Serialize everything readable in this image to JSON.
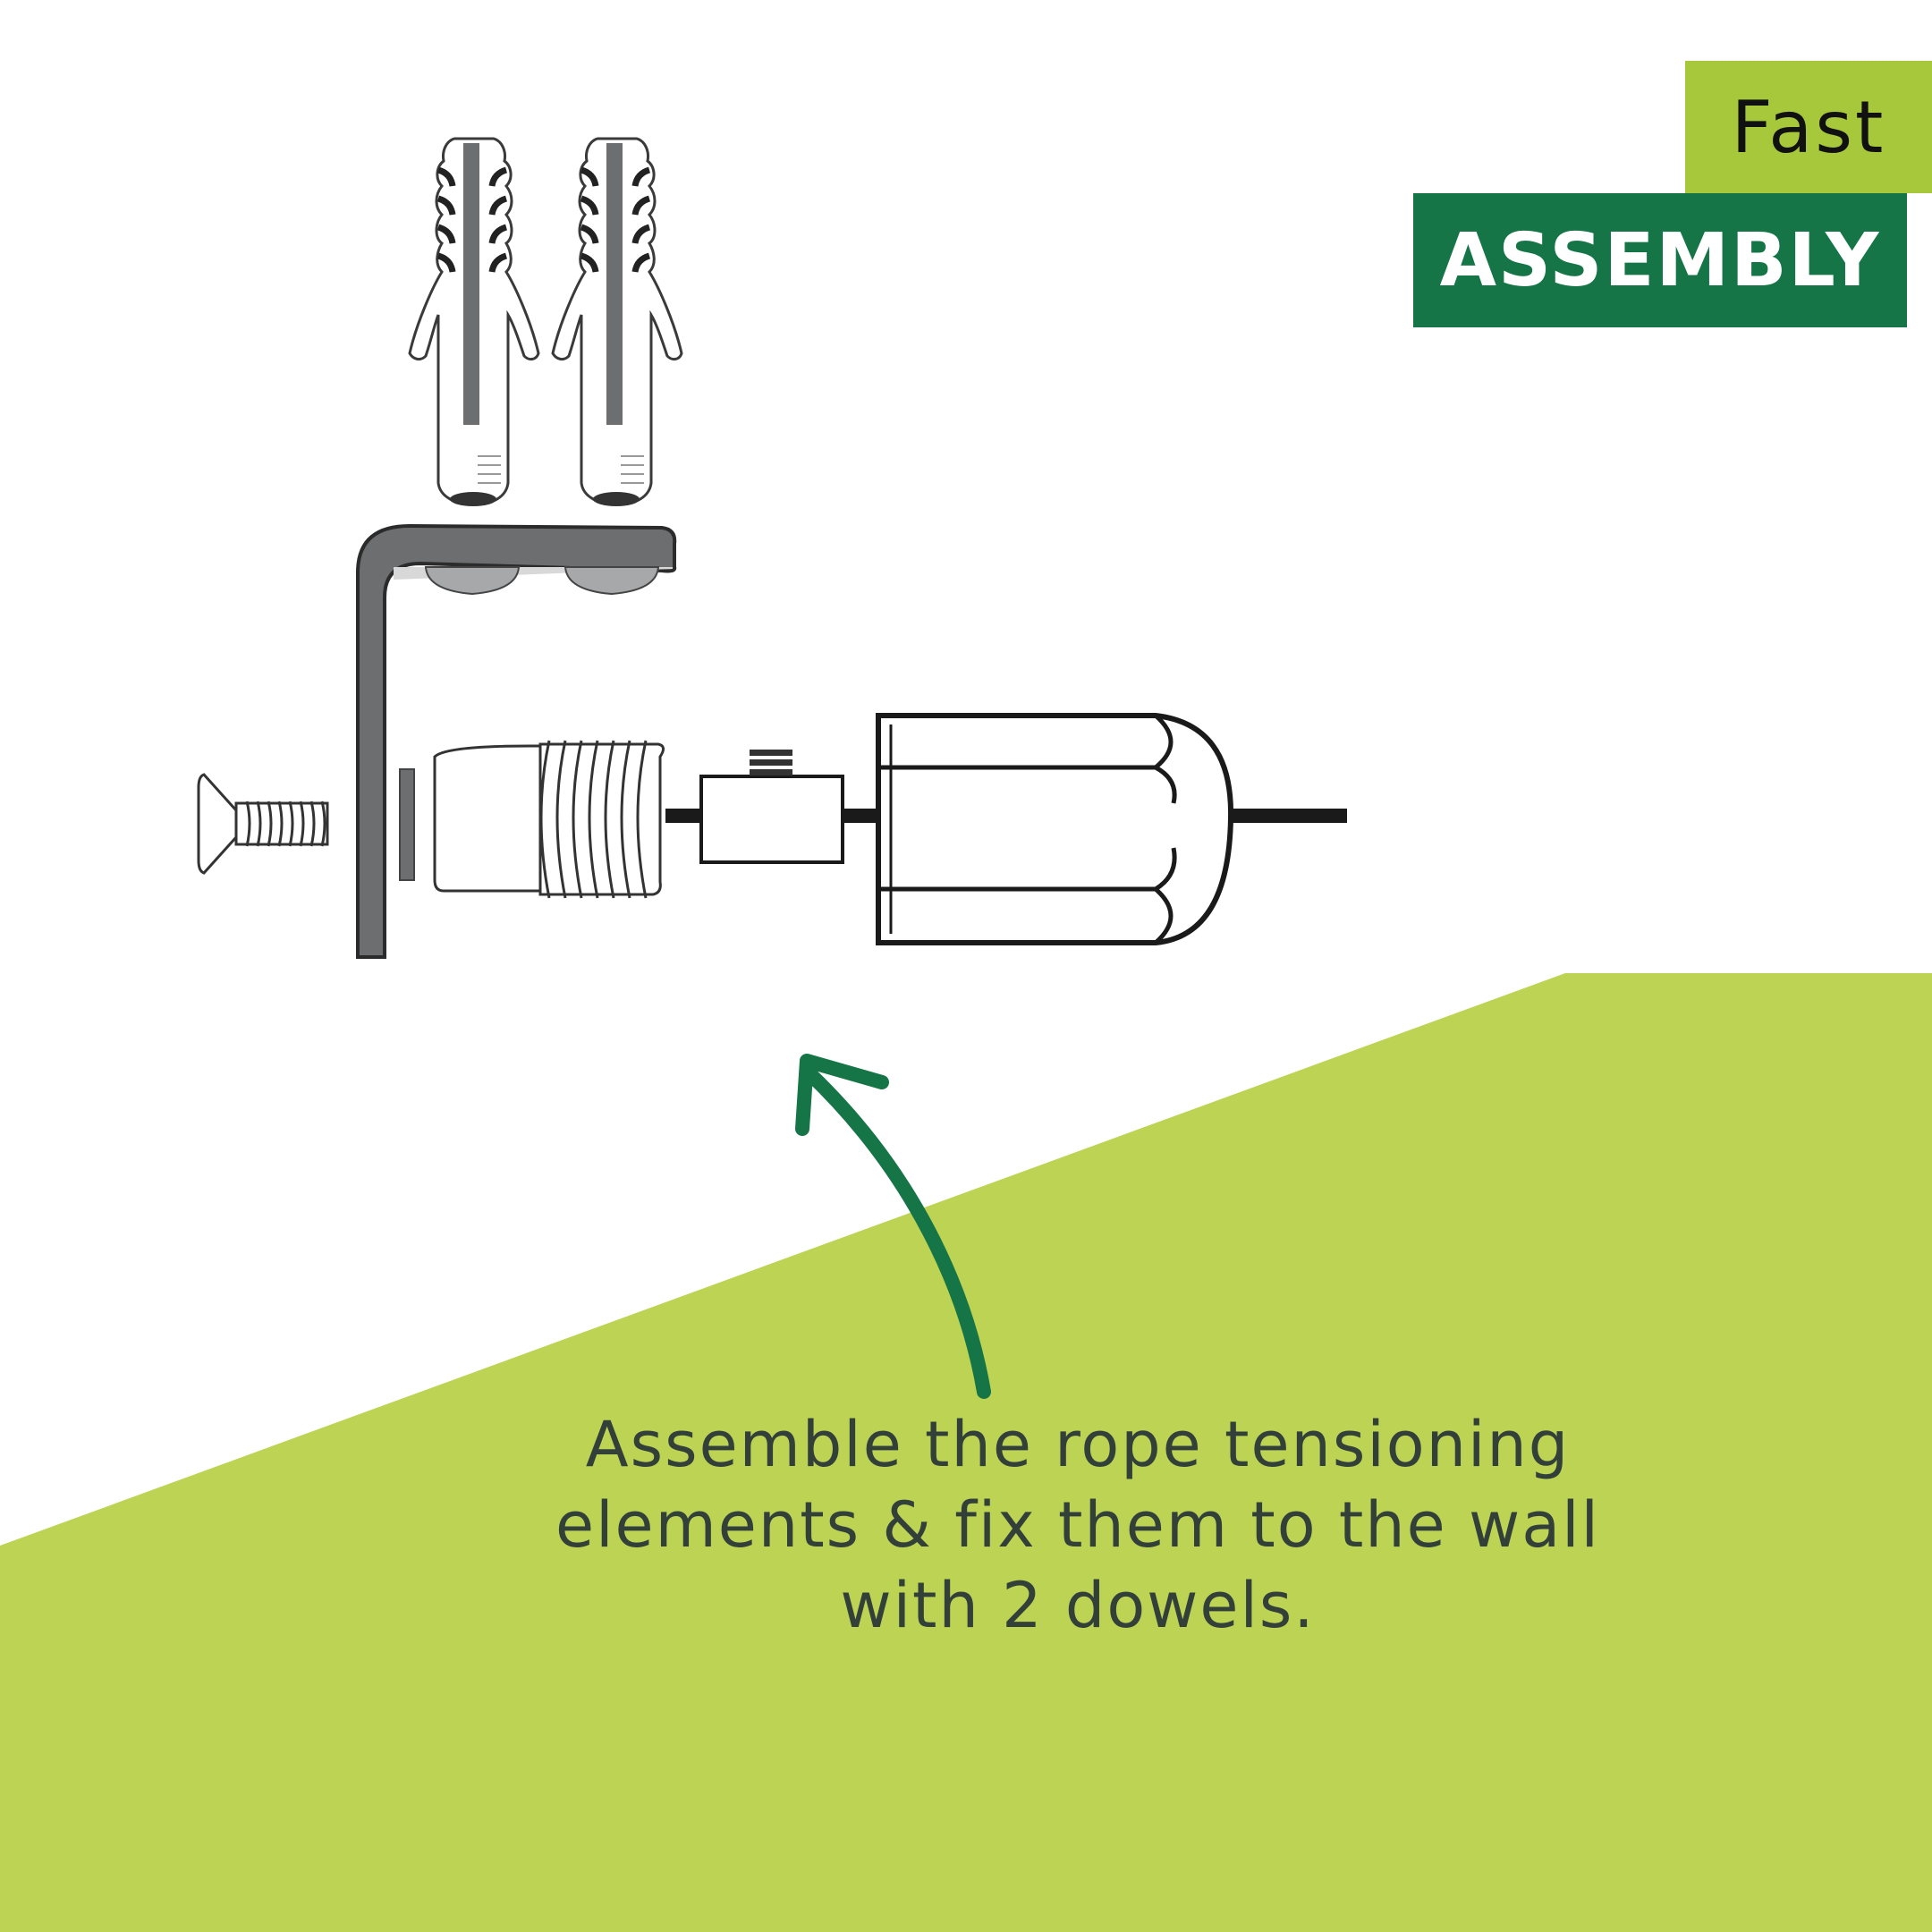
{
  "badge": {
    "top_label": "Fast",
    "bottom_label": "ASSEMBLY"
  },
  "caption": {
    "line1": "Assemble the rope tensioning",
    "line2": "elements & fix them to the wall",
    "line3": "with 2 dowels."
  },
  "colors": {
    "lime_background": "#bcd354",
    "badge_top": "#a6c83a",
    "badge_bottom": "#157547",
    "arrow": "#157547",
    "caption_text": "#33403a",
    "part_outline": "#1a1a1a",
    "bracket_gray": "#6d6e70"
  },
  "icons": [
    "wall-dowel-icon",
    "angle-bracket-icon",
    "countersunk-screw-icon",
    "washer-icon",
    "threaded-sleeve-icon",
    "rope-clamp-icon",
    "cap-nut-icon",
    "rope-icon",
    "curved-arrow-icon"
  ]
}
